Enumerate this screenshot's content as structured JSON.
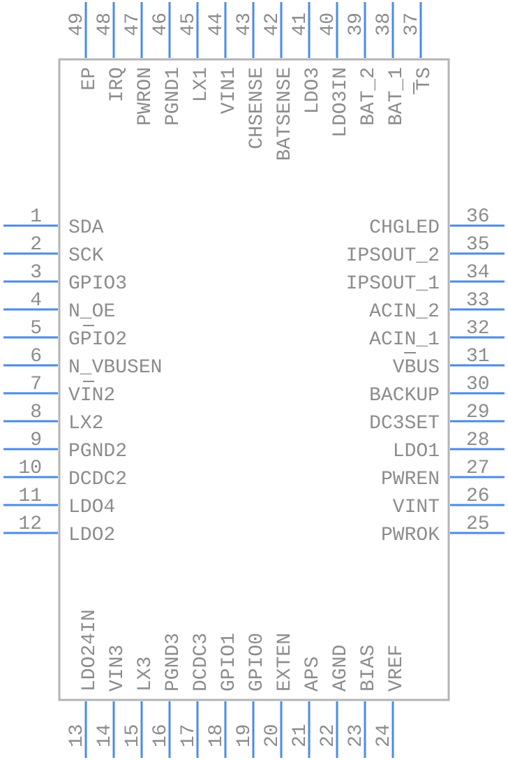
{
  "component": {
    "pins": {
      "left": [
        {
          "num": "1",
          "name": "SDA"
        },
        {
          "num": "2",
          "name": "SCK"
        },
        {
          "num": "3",
          "name": "GPIO3"
        },
        {
          "num": "4",
          "name": "N_OE"
        },
        {
          "num": "5",
          "name": "GPIO2"
        },
        {
          "num": "6",
          "name": "N_VBUSEN"
        },
        {
          "num": "7",
          "name": "VIN2"
        },
        {
          "num": "8",
          "name": "LX2"
        },
        {
          "num": "9",
          "name": "PGND2"
        },
        {
          "num": "10",
          "name": "DCDC2"
        },
        {
          "num": "11",
          "name": "LDO4"
        },
        {
          "num": "12",
          "name": "LDO2"
        }
      ],
      "bottom": [
        {
          "num": "13",
          "name": "LDO24IN"
        },
        {
          "num": "14",
          "name": "VIN3"
        },
        {
          "num": "15",
          "name": "LX3"
        },
        {
          "num": "16",
          "name": "PGND3"
        },
        {
          "num": "17",
          "name": "DCDC3"
        },
        {
          "num": "18",
          "name": "GPIO1"
        },
        {
          "num": "19",
          "name": "GPIO0"
        },
        {
          "num": "20",
          "name": "EXTEN"
        },
        {
          "num": "21",
          "name": "APS"
        },
        {
          "num": "22",
          "name": "AGND"
        },
        {
          "num": "23",
          "name": "BIAS"
        },
        {
          "num": "24",
          "name": "VREF"
        }
      ],
      "right": [
        {
          "num": "25",
          "name": "PWROK"
        },
        {
          "num": "26",
          "name": "VINT"
        },
        {
          "num": "27",
          "name": "PWREN"
        },
        {
          "num": "28",
          "name": "LDO1"
        },
        {
          "num": "29",
          "name": "DC3SET"
        },
        {
          "num": "30",
          "name": "BACKUP"
        },
        {
          "num": "31",
          "name": "VBUS"
        },
        {
          "num": "32",
          "name": "ACIN_1"
        },
        {
          "num": "33",
          "name": "ACIN_2"
        },
        {
          "num": "34",
          "name": "IPSOUT_1"
        },
        {
          "num": "35",
          "name": "IPSOUT_2"
        },
        {
          "num": "36",
          "name": "CHGLED"
        }
      ],
      "top": [
        {
          "num": "37",
          "name": "TS"
        },
        {
          "num": "38",
          "name": "BAT_1"
        },
        {
          "num": "39",
          "name": "BAT_2"
        },
        {
          "num": "40",
          "name": "LDO3IN"
        },
        {
          "num": "41",
          "name": "LDO3"
        },
        {
          "num": "42",
          "name": "BATSENSE"
        },
        {
          "num": "43",
          "name": "CHSENSE"
        },
        {
          "num": "44",
          "name": "VIN1"
        },
        {
          "num": "45",
          "name": "LX1"
        },
        {
          "num": "46",
          "name": "PGND1"
        },
        {
          "num": "47",
          "name": "PWRON"
        },
        {
          "num": "48",
          "name": "IRQ"
        },
        {
          "num": "49",
          "name": "EP"
        }
      ]
    },
    "colors": {
      "pin": "#4a8bea",
      "outline": "#b4b4b4",
      "text": "#8c8c8c"
    }
  }
}
